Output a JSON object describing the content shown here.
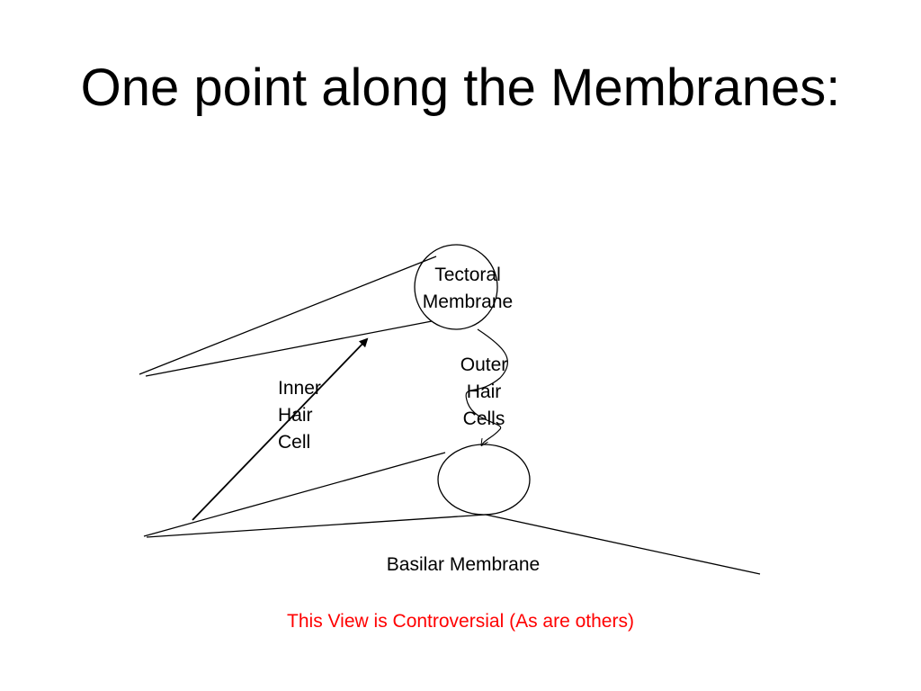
{
  "slide": {
    "title": "One point along the Membranes:"
  },
  "labels": {
    "tectoral_membrane": [
      "Tectoral",
      "Membrane"
    ],
    "outer_hair_cells": [
      "Outer",
      "Hair",
      "Cells"
    ],
    "inner_hair_cell": [
      "Inner",
      "Hair",
      "Cell"
    ],
    "basilar_membrane": "Basilar Membrane"
  },
  "note": {
    "text": "This View is Controversial (As are others)",
    "color": "#ff0000"
  },
  "colors": {
    "line": "#000000",
    "background": "#ffffff"
  }
}
